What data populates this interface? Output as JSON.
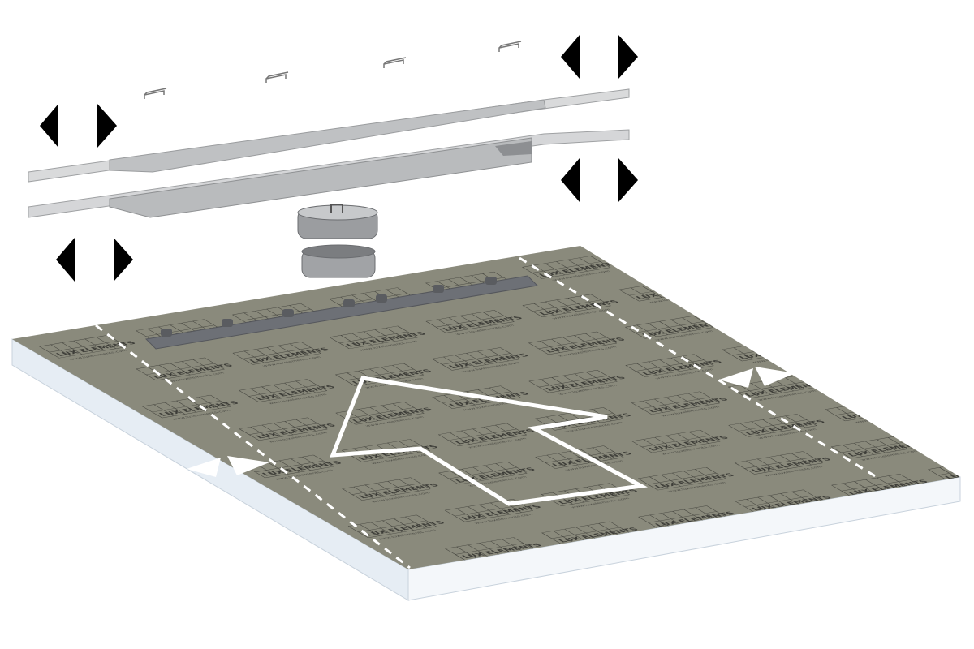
{
  "diagram": {
    "title": "Shower element exploded view",
    "board_print": {
      "brand": "LUX ELEMENTS",
      "url": "www.luxelements.com"
    },
    "colors": {
      "board_top": "#8a8a7c",
      "board_side": "#eef3f8",
      "channel": "#6d7076",
      "profile": "#c9cbcd",
      "marker": "#ffffff",
      "arrow_black": "#000000"
    }
  }
}
